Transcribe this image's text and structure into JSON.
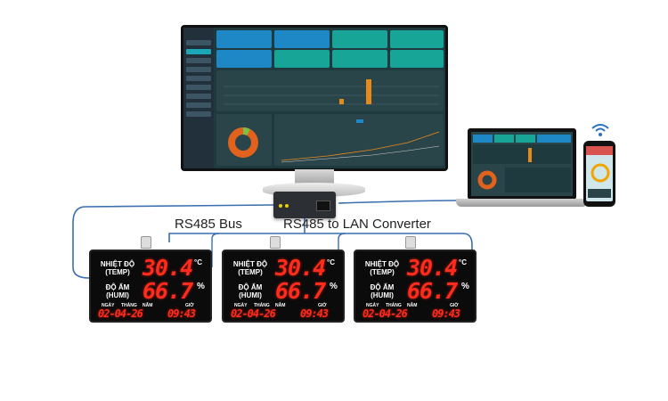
{
  "labels": {
    "bus": "RS485 Bus",
    "converter": "RS485 to LAN Converter"
  },
  "boards": [
    {
      "temp_label_vn": "NHIỆT ĐỘ",
      "temp_label_en": "(TEMP)",
      "temp_value": "30.4",
      "temp_unit": "°C",
      "humi_label_vn": "ĐỘ ẨM",
      "humi_label_en": "(HUMI)",
      "humi_value": "66.7",
      "humi_unit": "%",
      "date_labels": [
        "NGÀY",
        "THÁNG",
        "NĂM",
        "GIỜ"
      ],
      "date_value": "02-04-26",
      "time_value": "09:43"
    },
    {
      "temp_label_vn": "NHIỆT ĐỘ",
      "temp_label_en": "(TEMP)",
      "temp_value": "30.4",
      "temp_unit": "°C",
      "humi_label_vn": "ĐỘ ẨM",
      "humi_label_en": "(HUMI)",
      "humi_value": "66.7",
      "humi_unit": "%",
      "date_labels": [
        "NGÀY",
        "THÁNG",
        "NĂM",
        "GIỜ"
      ],
      "date_value": "02-04-26",
      "time_value": "09:43"
    },
    {
      "temp_label_vn": "NHIỆT ĐỘ",
      "temp_label_en": "(TEMP)",
      "temp_value": "30.4",
      "temp_unit": "°C",
      "humi_label_vn": "ĐỘ ẨM",
      "humi_label_en": "(HUMI)",
      "humi_value": "66.7",
      "humi_unit": "%",
      "date_labels": [
        "NGÀY",
        "THÁNG",
        "NĂM",
        "GIỜ"
      ],
      "date_value": "02-04-26",
      "time_value": "09:43"
    }
  ],
  "colors": {
    "cable": "#3a6fb0",
    "digits": "#ff2b1c",
    "tile_blue": "#1e88c7",
    "tile_teal": "#16a596",
    "bar_orange": "#e68a1a",
    "donut_orange": "#e0621d"
  },
  "icons": [
    "wifi-icon"
  ]
}
